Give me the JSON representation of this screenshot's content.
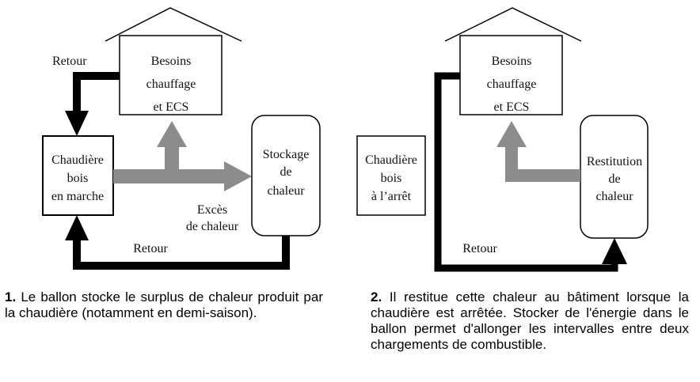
{
  "panel1": {
    "house": {
      "line1": "Besoins",
      "line2": "chauffage",
      "line3": "et ECS"
    },
    "boiler": {
      "line1": "Chaudière",
      "line2": "bois",
      "line3": "en marche"
    },
    "storage": {
      "line1": "Stockage",
      "line2": "de",
      "line3": "chaleur"
    },
    "return_top": "Retour",
    "return_bottom": "Retour",
    "excess": {
      "line1": "Excès",
      "line2": "de chaleur"
    },
    "caption": {
      "number": "1.",
      "text": " Le ballon stocke le surplus de chaleur produit par la chaudière (notamment en demi-saison)."
    }
  },
  "panel2": {
    "house": {
      "line1": "Besoins",
      "line2": "chauffage",
      "line3": "et ECS"
    },
    "boiler": {
      "line1": "Chaudière",
      "line2": "bois",
      "line3": "à l’arrêt"
    },
    "storage": {
      "line1": "Restitution",
      "line2": "de",
      "line3": "chaleur"
    },
    "return_bottom": "Retour",
    "caption": {
      "number": "2.",
      "text": " Il restitue cette chaleur au bâtiment lorsque la chaudière est arrêtée. Stocker de l'énergie dans le ballon permet d'allonger les intervalles entre deux chargements de combustible."
    }
  },
  "colors": {
    "black_pipe": "#000000",
    "grey_flow": "#8c8c8c"
  }
}
